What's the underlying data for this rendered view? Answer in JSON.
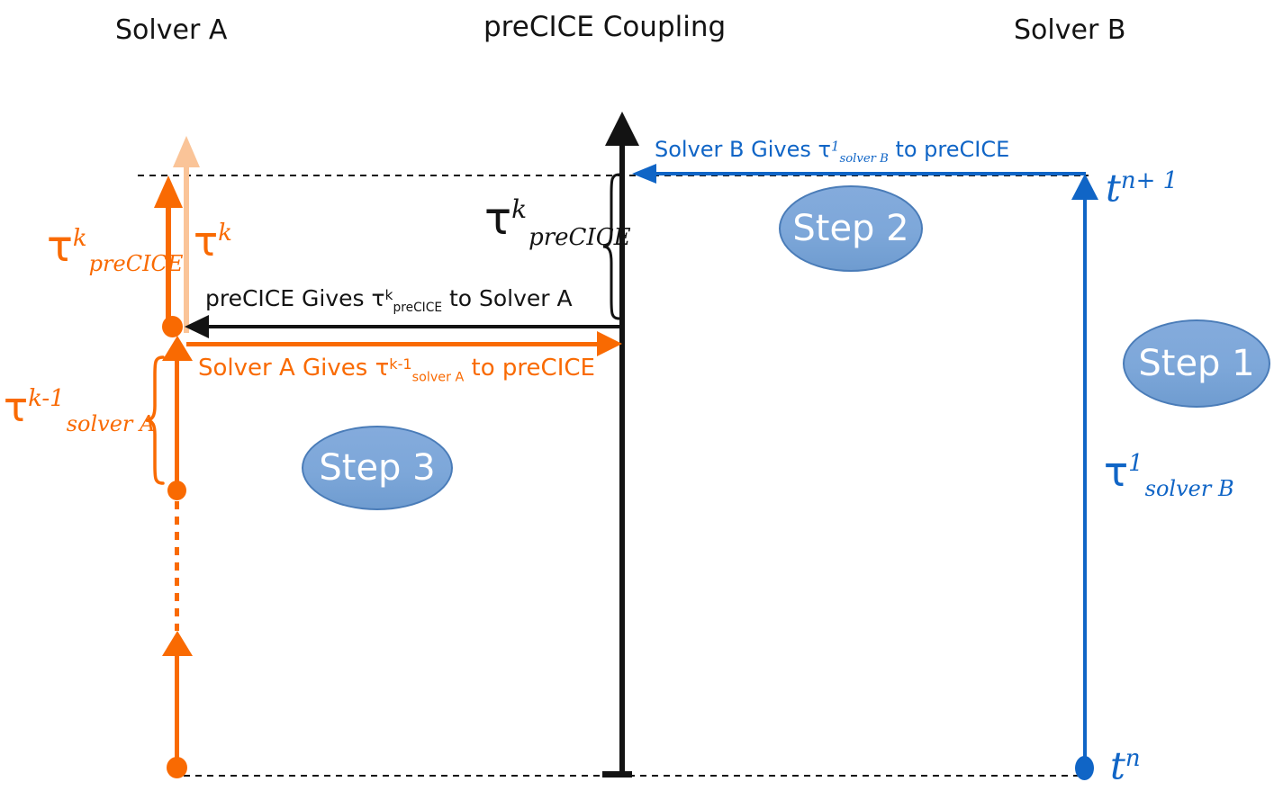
{
  "headers": {
    "solver_a": "Solver A",
    "precice_coupling": "preCICE Coupling",
    "solver_b": "Solver B"
  },
  "steps": {
    "step1": "Step 1",
    "step2": "Step 2",
    "step3": "Step 3"
  },
  "messages": {
    "solver_b_gives": {
      "pre": "Solver B Gives ",
      "tau": "τ",
      "sup": "1",
      "sub": "solver B",
      "post": " to preCICE"
    },
    "precice_gives": {
      "pre": "preCICE Gives ",
      "tau": "τ",
      "sup": "k",
      "sub": "preCICE",
      "post": " to Solver A"
    },
    "solver_a_gives": {
      "pre": "Solver A Gives ",
      "tau": "τ",
      "sup": "k-1",
      "sub": "solver A",
      "post": " to preCICE"
    }
  },
  "math_labels": {
    "tau_k_precice_orange": {
      "base": "τ",
      "sup": "k",
      "sub": "preCICE"
    },
    "tau_k_orange": {
      "base": "τ",
      "sup": "k"
    },
    "tau_k_precice_black": {
      "base": "τ",
      "sup": "k",
      "sub": "preCICE"
    },
    "tau_km1_solver_a": {
      "base": "τ",
      "sup": "k-1",
      "sub": "solver A"
    },
    "tau_1_solver_b": {
      "base": "τ",
      "sup": "1",
      "sub": "solver B"
    },
    "t_n_plus_1": {
      "base": "t",
      "sup": "n+ 1"
    },
    "t_n": {
      "base": "t",
      "sup": "n"
    }
  },
  "colors": {
    "orange": "#F96A02",
    "orange_light": "#FAC498",
    "blue": "#1065C6",
    "black": "#131313",
    "step_ellipse_fill": "#7DA7D9",
    "step_ellipse_border": "#4A7CB8",
    "step_text": "#FFFFFF",
    "background": "#FFFFFF"
  }
}
